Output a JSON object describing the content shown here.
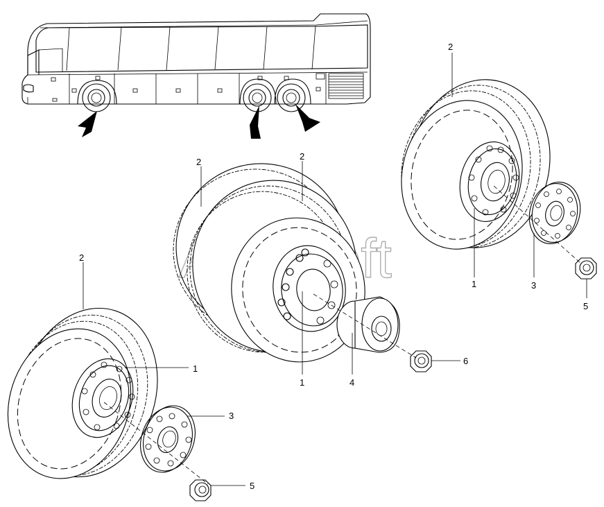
{
  "diagram": {
    "watermark": "AutoSoft",
    "callouts": [
      {
        "id": "c-1-left",
        "text": "1"
      },
      {
        "id": "c-2-left",
        "text": "2"
      },
      {
        "id": "c-3-left",
        "text": "3"
      },
      {
        "id": "c-5-left",
        "text": "5"
      },
      {
        "id": "c-1-center",
        "text": "1"
      },
      {
        "id": "c-2-center-a",
        "text": "2"
      },
      {
        "id": "c-2-center-b",
        "text": "2"
      },
      {
        "id": "c-4-center",
        "text": "4"
      },
      {
        "id": "c-6-center",
        "text": "6"
      },
      {
        "id": "c-1-right",
        "text": "1"
      },
      {
        "id": "c-2-right",
        "text": "2"
      },
      {
        "id": "c-3-right",
        "text": "3"
      },
      {
        "id": "c-5-right",
        "text": "5"
      }
    ]
  }
}
